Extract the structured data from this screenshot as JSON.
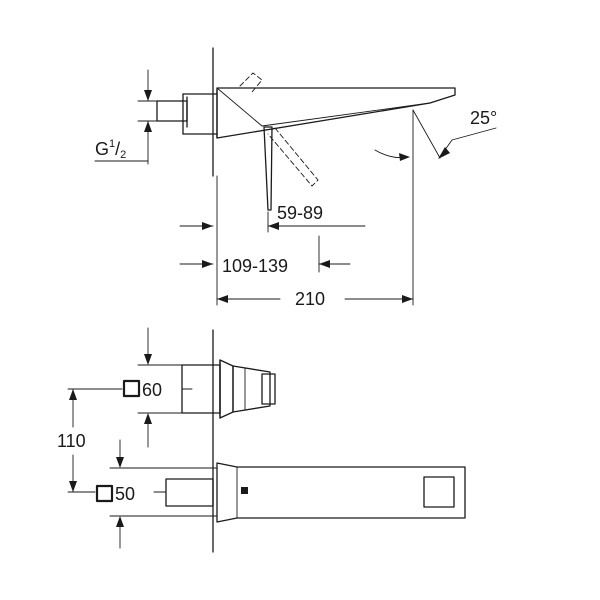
{
  "side_view": {
    "thread_label": "G",
    "thread_numerator": "1",
    "thread_slash": "/",
    "thread_denominator": "2",
    "angle_label": "25°",
    "dim_spout_adjust": "59-89",
    "dim_body_adjust": "109-139",
    "dim_total_reach": "210"
  },
  "front_view": {
    "handle_square_size": "60",
    "spout_square_size": "50",
    "vertical_spacing": "110"
  }
}
